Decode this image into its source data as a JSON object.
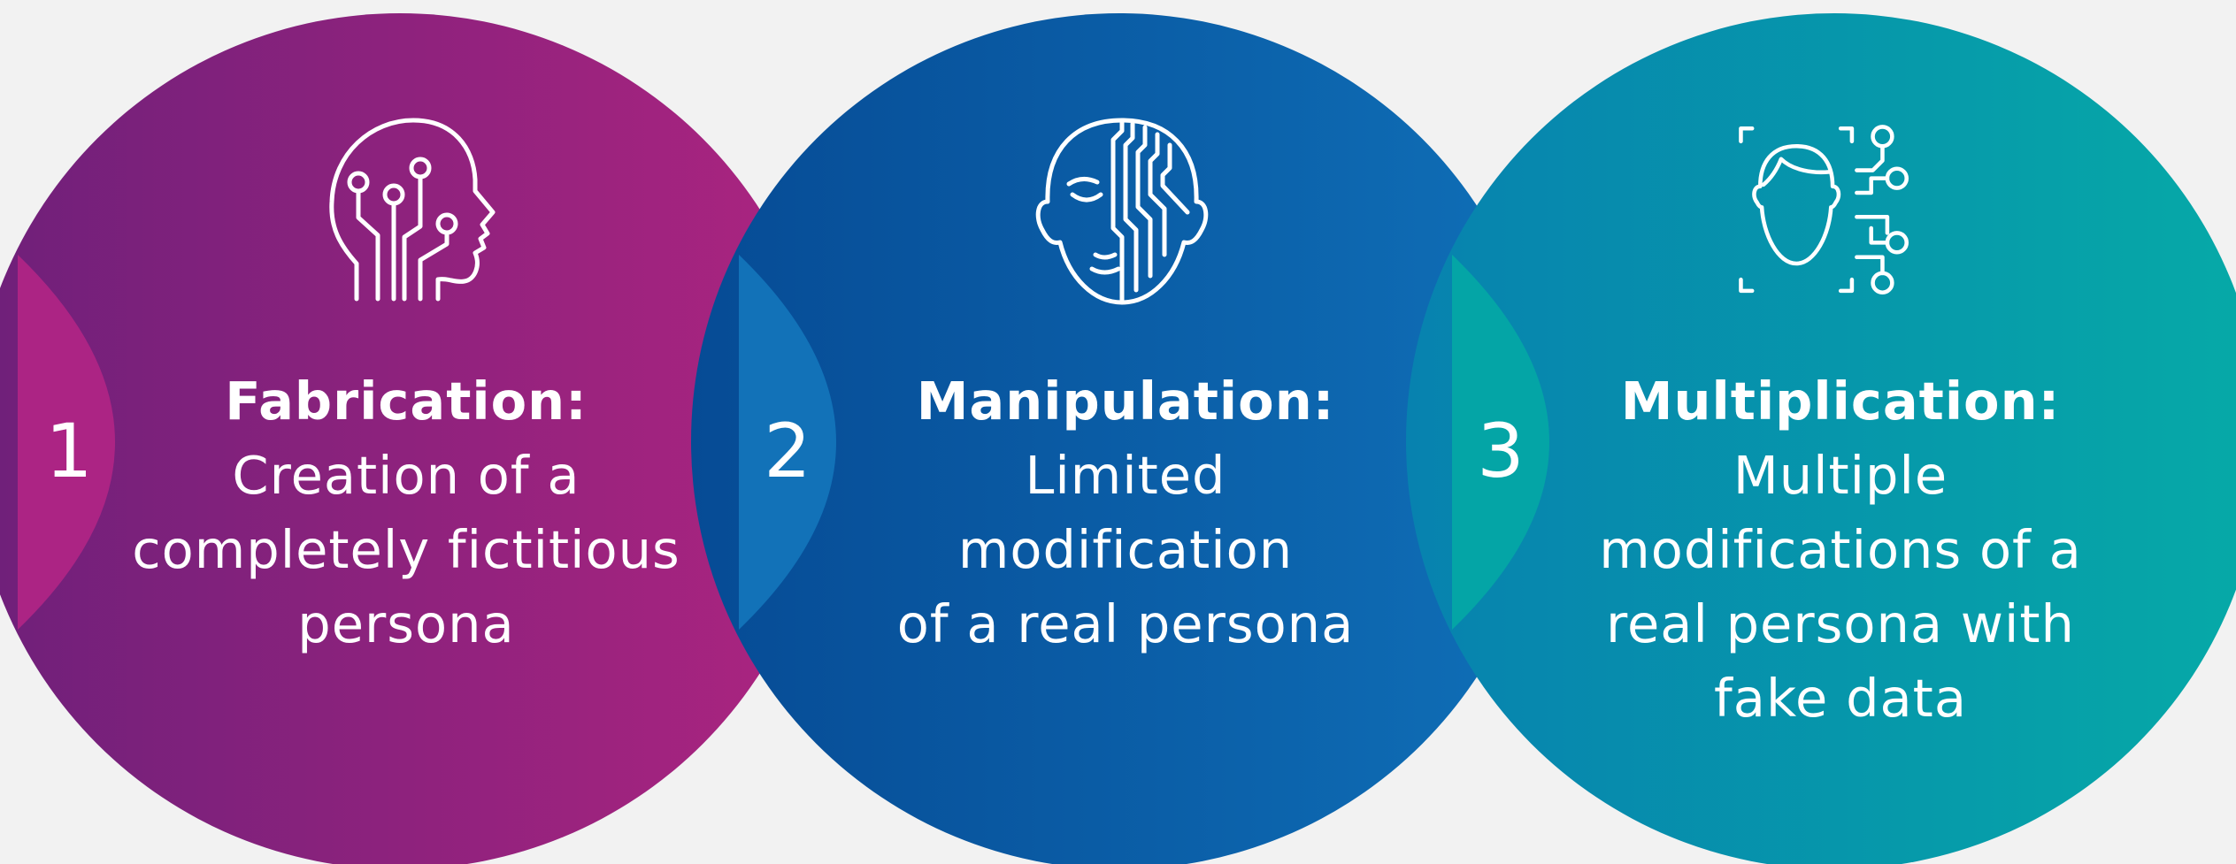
{
  "steps": [
    {
      "number": "1",
      "title": "Fabrication:",
      "lines": [
        "Creation of a",
        "completely fictitious",
        "persona"
      ],
      "icon": "ai-head-circuit-icon",
      "colors": {
        "from": "#6e207a",
        "to": "#ad2480",
        "lens": "#ac2484"
      }
    },
    {
      "number": "2",
      "title": "Manipulation:",
      "lines": [
        "Limited",
        "modification",
        "of a real persona"
      ],
      "icon": "half-circuit-face-icon",
      "colors": {
        "from": "#064b95",
        "to": "#0f6fb7",
        "lens": "#1272b8"
      }
    },
    {
      "number": "3",
      "title": "Multiplication:",
      "lines": [
        "Multiple",
        "modifications of a",
        "real persona with",
        "fake data"
      ],
      "icon": "face-scan-circuit-icon",
      "colors": {
        "from": "#0782af",
        "to": "#06aaa7",
        "lens": "#04a5a6"
      }
    }
  ],
  "background": "#f2f2f2"
}
